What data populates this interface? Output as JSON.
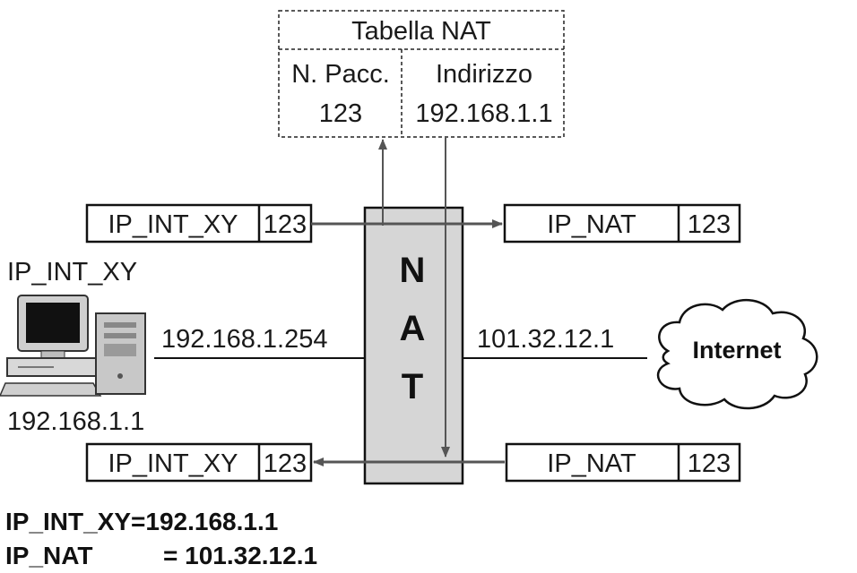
{
  "nat_table": {
    "title": "Tabella NAT",
    "col_packet": "N. Pacc.",
    "col_address": "Indirizzo",
    "row_packet": "123",
    "row_address": "192.168.1.1"
  },
  "outgoing": {
    "src_ip": "IP_INT_XY",
    "src_port": "123",
    "dst_ip": "IP_NAT",
    "dst_port": "123"
  },
  "incoming": {
    "src_ip": "IP_NAT",
    "src_port": "123",
    "dst_ip": "IP_INT_XY",
    "dst_port": "123"
  },
  "nat_box": {
    "letters": [
      "N",
      "A",
      "T"
    ]
  },
  "host": {
    "name": "IP_INT_XY",
    "ip": "192.168.1.1"
  },
  "links": {
    "internal_ip": "192.168.1.254",
    "external_ip": "101.32.12.1"
  },
  "internet": {
    "label": "Internet"
  },
  "legend": {
    "line1": "IP_INT_XY=192.168.1.1",
    "line2_key": "IP_NAT",
    "line2_value": "= 101.32.12.1"
  },
  "colors": {
    "nat_fill": "#d6d6d6",
    "line": "#555555",
    "stroke": "#111111"
  }
}
